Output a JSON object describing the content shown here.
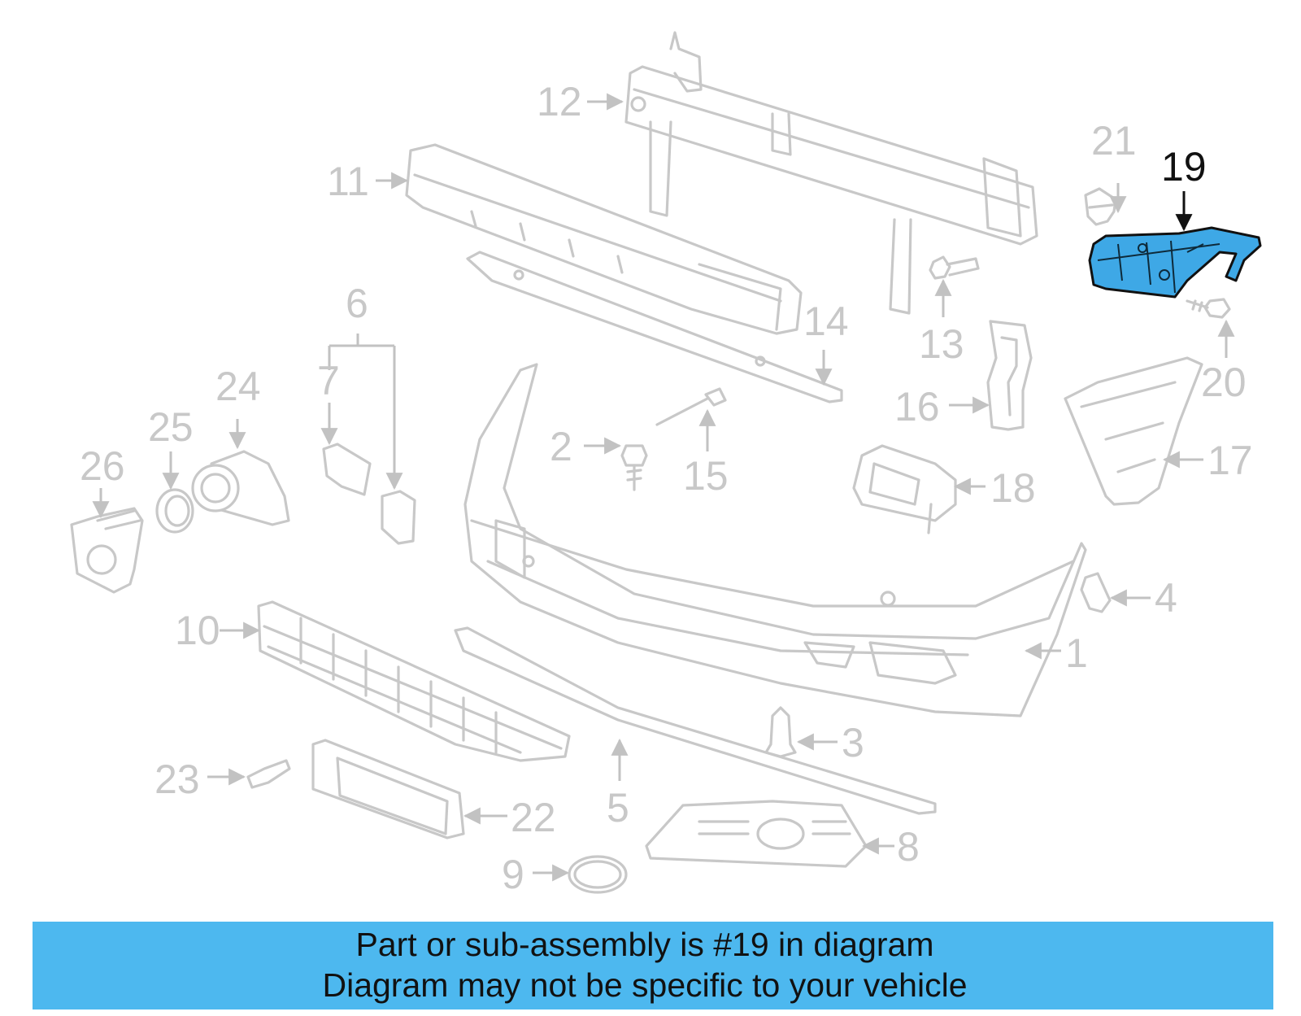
{
  "diagram": {
    "highlighted_part": "19",
    "callouts": [
      "1",
      "2",
      "3",
      "4",
      "5",
      "6",
      "7",
      "8",
      "9",
      "10",
      "11",
      "12",
      "13",
      "14",
      "15",
      "16",
      "17",
      "18",
      "19",
      "20",
      "21",
      "22",
      "23",
      "24",
      "25",
      "26"
    ]
  },
  "banner": {
    "line1": "Part or sub-assembly is #19 in diagram",
    "line2": "Diagram may not be specific to your vehicle",
    "color": "#4db8ef"
  },
  "colors": {
    "highlight": "#3ea8e6",
    "parts": "#c8c8c8"
  }
}
